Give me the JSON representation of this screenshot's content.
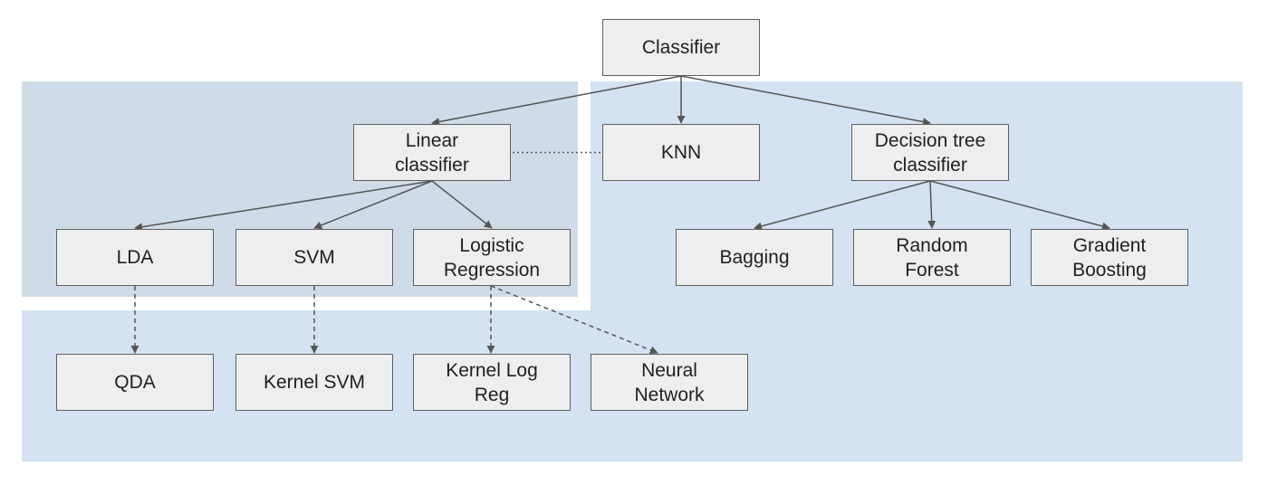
{
  "colors": {
    "background": "#ffffff",
    "nonlinear_region": "#d4e2f1",
    "linear_region": "#cfdce7",
    "node_fill": "#eeeeee",
    "node_border": "#5f5f5f",
    "edge": "#555555",
    "text": "#1f1f1f"
  },
  "nodes": {
    "classifier": {
      "label": "Classifier"
    },
    "linear": {
      "label": "Linear\nclassifier"
    },
    "knn": {
      "label": "KNN"
    },
    "decision_tree": {
      "label": "Decision tree\nclassifier"
    },
    "lda": {
      "label": "LDA"
    },
    "svm": {
      "label": "SVM"
    },
    "logistic": {
      "label": "Logistic\nRegression"
    },
    "bagging": {
      "label": "Bagging"
    },
    "random_forest": {
      "label": "Random\nForest"
    },
    "gradient_boosting": {
      "label": "Gradient\nBoosting"
    },
    "qda": {
      "label": "QDA"
    },
    "kernel_svm": {
      "label": "Kernel SVM"
    },
    "kernel_log_reg": {
      "label": "Kernel Log\nReg"
    },
    "neural_network": {
      "label": "Neural\nNetwork"
    }
  },
  "edges": [
    {
      "from": "classifier",
      "to": "linear",
      "style": "solid"
    },
    {
      "from": "classifier",
      "to": "knn",
      "style": "solid"
    },
    {
      "from": "classifier",
      "to": "decision_tree",
      "style": "solid"
    },
    {
      "from": "linear",
      "to": "lda",
      "style": "solid"
    },
    {
      "from": "linear",
      "to": "svm",
      "style": "solid"
    },
    {
      "from": "linear",
      "to": "logistic",
      "style": "solid"
    },
    {
      "from": "decision_tree",
      "to": "bagging",
      "style": "solid"
    },
    {
      "from": "decision_tree",
      "to": "random_forest",
      "style": "solid"
    },
    {
      "from": "decision_tree",
      "to": "gradient_boosting",
      "style": "solid"
    },
    {
      "from": "lda",
      "to": "qda",
      "style": "dashed"
    },
    {
      "from": "svm",
      "to": "kernel_svm",
      "style": "dashed"
    },
    {
      "from": "logistic",
      "to": "kernel_log_reg",
      "style": "dashed"
    },
    {
      "from": "logistic",
      "to": "neural_network",
      "style": "dashed"
    },
    {
      "from": "linear",
      "to": "knn",
      "style": "dotted"
    }
  ]
}
